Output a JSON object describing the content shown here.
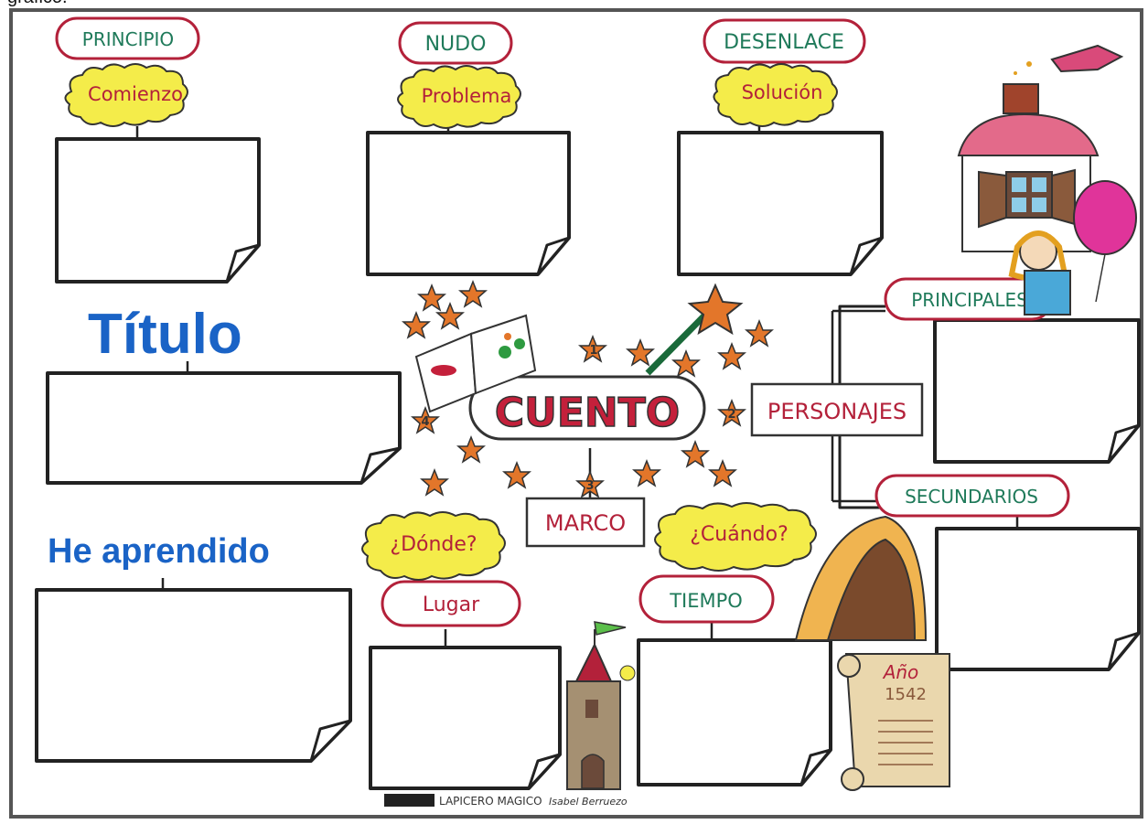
{
  "cut_top_text": "gráfico.",
  "labels": {
    "principio": "PRINCIPIO",
    "comienzo": "Comienzo",
    "nudo": "NUDO",
    "problema": "Problema",
    "desenlace": "DESENLACE",
    "solucion": "Solución",
    "titulo": "Título",
    "he_aprendido": "He aprendido",
    "cuento": "CUENTO",
    "personajes": "PERSONAJES",
    "principales": "PRINCIPALES",
    "secundarios": "SECUNDARIOS",
    "marco": "MARCO",
    "donde": "¿Dónde?",
    "cuando": "¿Cuándo?",
    "lugar": "Lugar",
    "tiempo": "TIEMPO",
    "anio_label": "Año",
    "anio_value": "1542",
    "credit": "LAPICERO MAGICO",
    "author": "Isabel Berruezo"
  },
  "star_numbers": {
    "one": "1",
    "two": "2",
    "three": "3",
    "four": "4"
  },
  "colors": {
    "green_text": "#1f7a5a",
    "red_outline": "#b3213a",
    "yellow_cloud": "#f4ec4a",
    "blue_title": "#1a63c6",
    "star_orange": "#e3762a",
    "cuento_red": "#c4203b"
  }
}
